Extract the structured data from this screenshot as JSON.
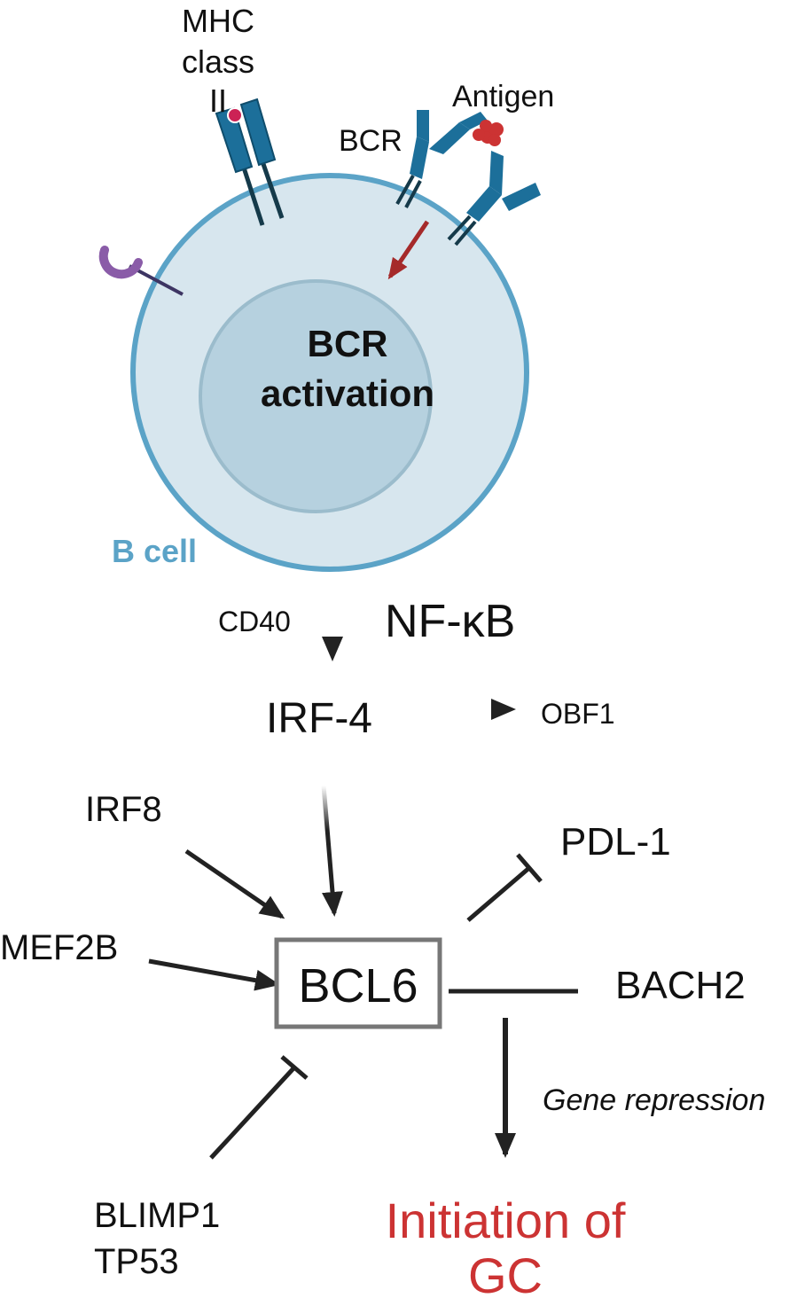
{
  "cell": {
    "label": "B cell",
    "nucleus_line1": "BCR",
    "nucleus_line2": "activation"
  },
  "receptors": {
    "mhc_line1": "MHC",
    "mhc_line2": "class",
    "mhc_line3": "II",
    "bcr": "BCR",
    "antigen": "Antigen"
  },
  "pathway": {
    "cd40": "CD40",
    "nfkb": "NF-κB",
    "irf4": "IRF-4",
    "obf1": "OBF1",
    "irf8": "IRF8",
    "mef2b": "MEF2B",
    "bcl6": "BCL6",
    "pdl1": "PDL-1",
    "bach2": "BACH2",
    "gene_repression": "Gene repression",
    "blimp1": "BLIMP1",
    "tp53": "TP53",
    "outcome_line1": "Initiation of",
    "outcome_line2": "GC"
  },
  "colors": {
    "cell_fill": "#d7e6ee",
    "cell_border": "#5ba3c7",
    "nucleus_fill": "#b6d1df",
    "receptor_blue": "#1c6f9a",
    "antigen_red": "#cc3333",
    "activation_arrow": "#a52a2a",
    "outcome_red": "#cc3333",
    "b_cell_label": "#5ba3c7"
  }
}
